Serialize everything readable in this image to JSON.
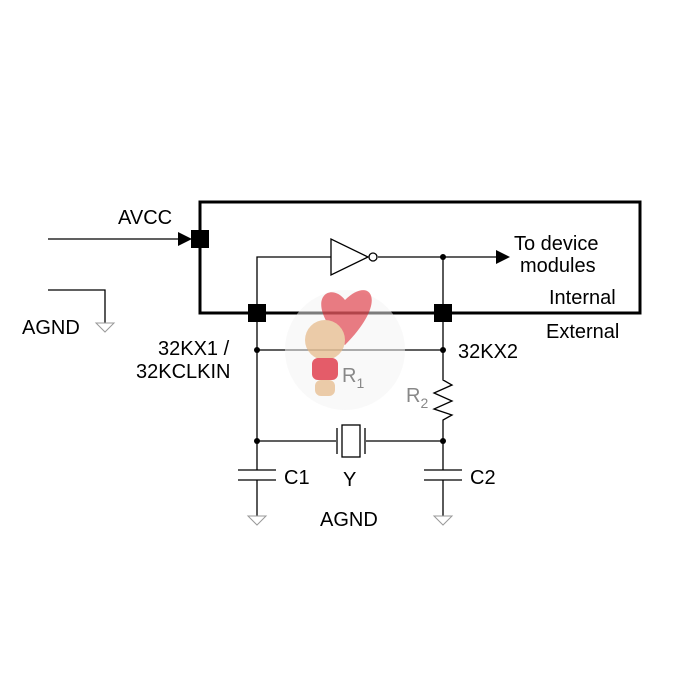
{
  "labels": {
    "avcc": "AVCC",
    "agnd_left": "AGND",
    "to_device_1": "To device",
    "to_device_2": "modules",
    "internal": "Internal",
    "external": "External",
    "pin1_a": "32KX1 /",
    "pin1_b": "32KCLKIN",
    "pin2": "32KX2",
    "r1": "R",
    "r1_sub": "1",
    "r2": "R",
    "r2_sub": "2",
    "c1": "C1",
    "c2": "C2",
    "y": "Y",
    "agnd_bottom": "AGND"
  }
}
